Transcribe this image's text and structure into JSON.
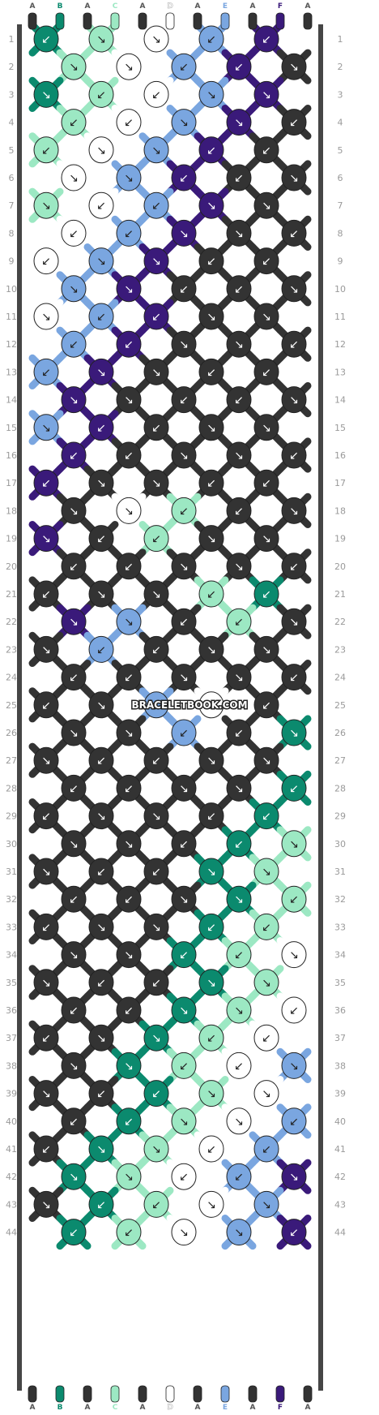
{
  "watermark": "BRACELETBOOK.COM",
  "strand_letters": [
    "A",
    "B",
    "A",
    "C",
    "A",
    "D",
    "A",
    "E",
    "A",
    "F",
    "A"
  ],
  "row_numbers": [
    "1",
    "2",
    "3",
    "4",
    "5",
    "6",
    "7",
    "8",
    "9",
    "10",
    "11",
    "12",
    "13",
    "14",
    "15",
    "16",
    "17",
    "18",
    "19",
    "20",
    "21",
    "22",
    "23",
    "24",
    "25",
    "26",
    "27",
    "28",
    "29",
    "30",
    "31",
    "32",
    "33",
    "34",
    "35",
    "36",
    "37",
    "38",
    "39",
    "40",
    "41",
    "42",
    "43",
    "44"
  ],
  "colors": {
    "A": "#333333",
    "B": "#0b8a6e",
    "C": "#9ce8c3",
    "D": "#ffffff",
    "E": "#7aa6e0",
    "F": "#3a1a7a"
  },
  "knots": [
    [
      "B",
      "C",
      "D",
      "E",
      "F"
    ],
    [
      "C",
      "D",
      "E",
      "F",
      "A"
    ],
    [
      "B",
      "C",
      "D",
      "E",
      "F"
    ],
    [
      "C",
      "D",
      "E",
      "F",
      "A"
    ],
    [
      "C",
      "D",
      "E",
      "F",
      "A"
    ],
    [
      "D",
      "E",
      "F",
      "A",
      "A"
    ],
    [
      "C",
      "D",
      "E",
      "F",
      "A"
    ],
    [
      "D",
      "E",
      "F",
      "A",
      "A"
    ],
    [
      "D",
      "E",
      "F",
      "A",
      "A"
    ],
    [
      "E",
      "F",
      "A",
      "A",
      "A"
    ],
    [
      "D",
      "E",
      "F",
      "A",
      "A"
    ],
    [
      "E",
      "F",
      "A",
      "A",
      "A"
    ],
    [
      "E",
      "F",
      "A",
      "A",
      "A"
    ],
    [
      "F",
      "A",
      "A",
      "A",
      "A"
    ],
    [
      "E",
      "F",
      "A",
      "A",
      "A"
    ],
    [
      "F",
      "A",
      "A",
      "A",
      "A"
    ],
    [
      "F",
      "A",
      "A",
      "A",
      "A"
    ],
    [
      "A",
      "D",
      "C",
      "A",
      "A"
    ],
    [
      "F",
      "A",
      "C",
      "A",
      "A"
    ],
    [
      "A",
      "A",
      "A",
      "A",
      "A"
    ],
    [
      "A",
      "A",
      "A",
      "C",
      "B"
    ],
    [
      "F",
      "E",
      "A",
      "C",
      "A"
    ],
    [
      "A",
      "E",
      "A",
      "A",
      "A"
    ],
    [
      "A",
      "A",
      "A",
      "A",
      "A"
    ],
    [
      "A",
      "A",
      "E",
      "D",
      "A"
    ],
    [
      "A",
      "A",
      "E",
      "A",
      "B"
    ],
    [
      "A",
      "A",
      "A",
      "A",
      "A"
    ],
    [
      "A",
      "A",
      "A",
      "A",
      "B"
    ],
    [
      "A",
      "A",
      "A",
      "A",
      "B"
    ],
    [
      "A",
      "A",
      "A",
      "B",
      "C"
    ],
    [
      "A",
      "A",
      "A",
      "B",
      "C"
    ],
    [
      "A",
      "A",
      "A",
      "B",
      "C"
    ],
    [
      "A",
      "A",
      "A",
      "B",
      "C"
    ],
    [
      "A",
      "A",
      "B",
      "C",
      "D"
    ],
    [
      "A",
      "A",
      "A",
      "B",
      "C"
    ],
    [
      "A",
      "A",
      "B",
      "C",
      "D"
    ],
    [
      "A",
      "A",
      "B",
      "C",
      "D"
    ],
    [
      "A",
      "B",
      "C",
      "D",
      "E"
    ],
    [
      "A",
      "A",
      "B",
      "C",
      "D"
    ],
    [
      "A",
      "B",
      "C",
      "D",
      "E"
    ],
    [
      "A",
      "B",
      "C",
      "D",
      "E"
    ],
    [
      "B",
      "C",
      "D",
      "E",
      "F"
    ],
    [
      "A",
      "B",
      "C",
      "D",
      "E"
    ],
    [
      "B",
      "C",
      "D",
      "E",
      "F"
    ]
  ]
}
